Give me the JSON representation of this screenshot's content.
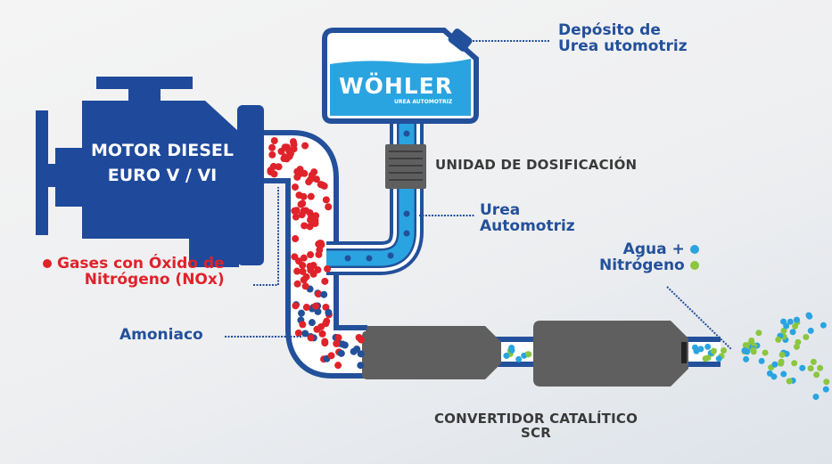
{
  "labels": {
    "engine_line1": "MOTOR DIESEL",
    "engine_line2": "EURO V / VI",
    "tank_line1": "Depósito de",
    "tank_line2": "Urea utomotriz",
    "brand": "WÖHLER",
    "brand_sub": "UREA AUTOMOTRIZ",
    "dosing_unit": "UNIDAD DE DOSIFICACIÓN",
    "urea_line1": "Urea",
    "urea_line2": "Automotriz",
    "nox_line1": "Gases con Óxido de",
    "nox_line2": "Nitrógeno (NOx)",
    "ammonia": "Amoniaco",
    "output_line1": "Agua +",
    "output_line2": "Nitrógeno",
    "converter_line1": "CONVERTIDOR CATALÍTICO",
    "converter_line2": "SCR"
  },
  "colors": {
    "navy": "#23509a",
    "engine": "#1f4a9c",
    "urea": "#2aa4e0",
    "nox": "#e0222a",
    "water": "#2aa4e0",
    "nitrogen": "#8cc63f",
    "catalyst": "#5f5f5f"
  }
}
